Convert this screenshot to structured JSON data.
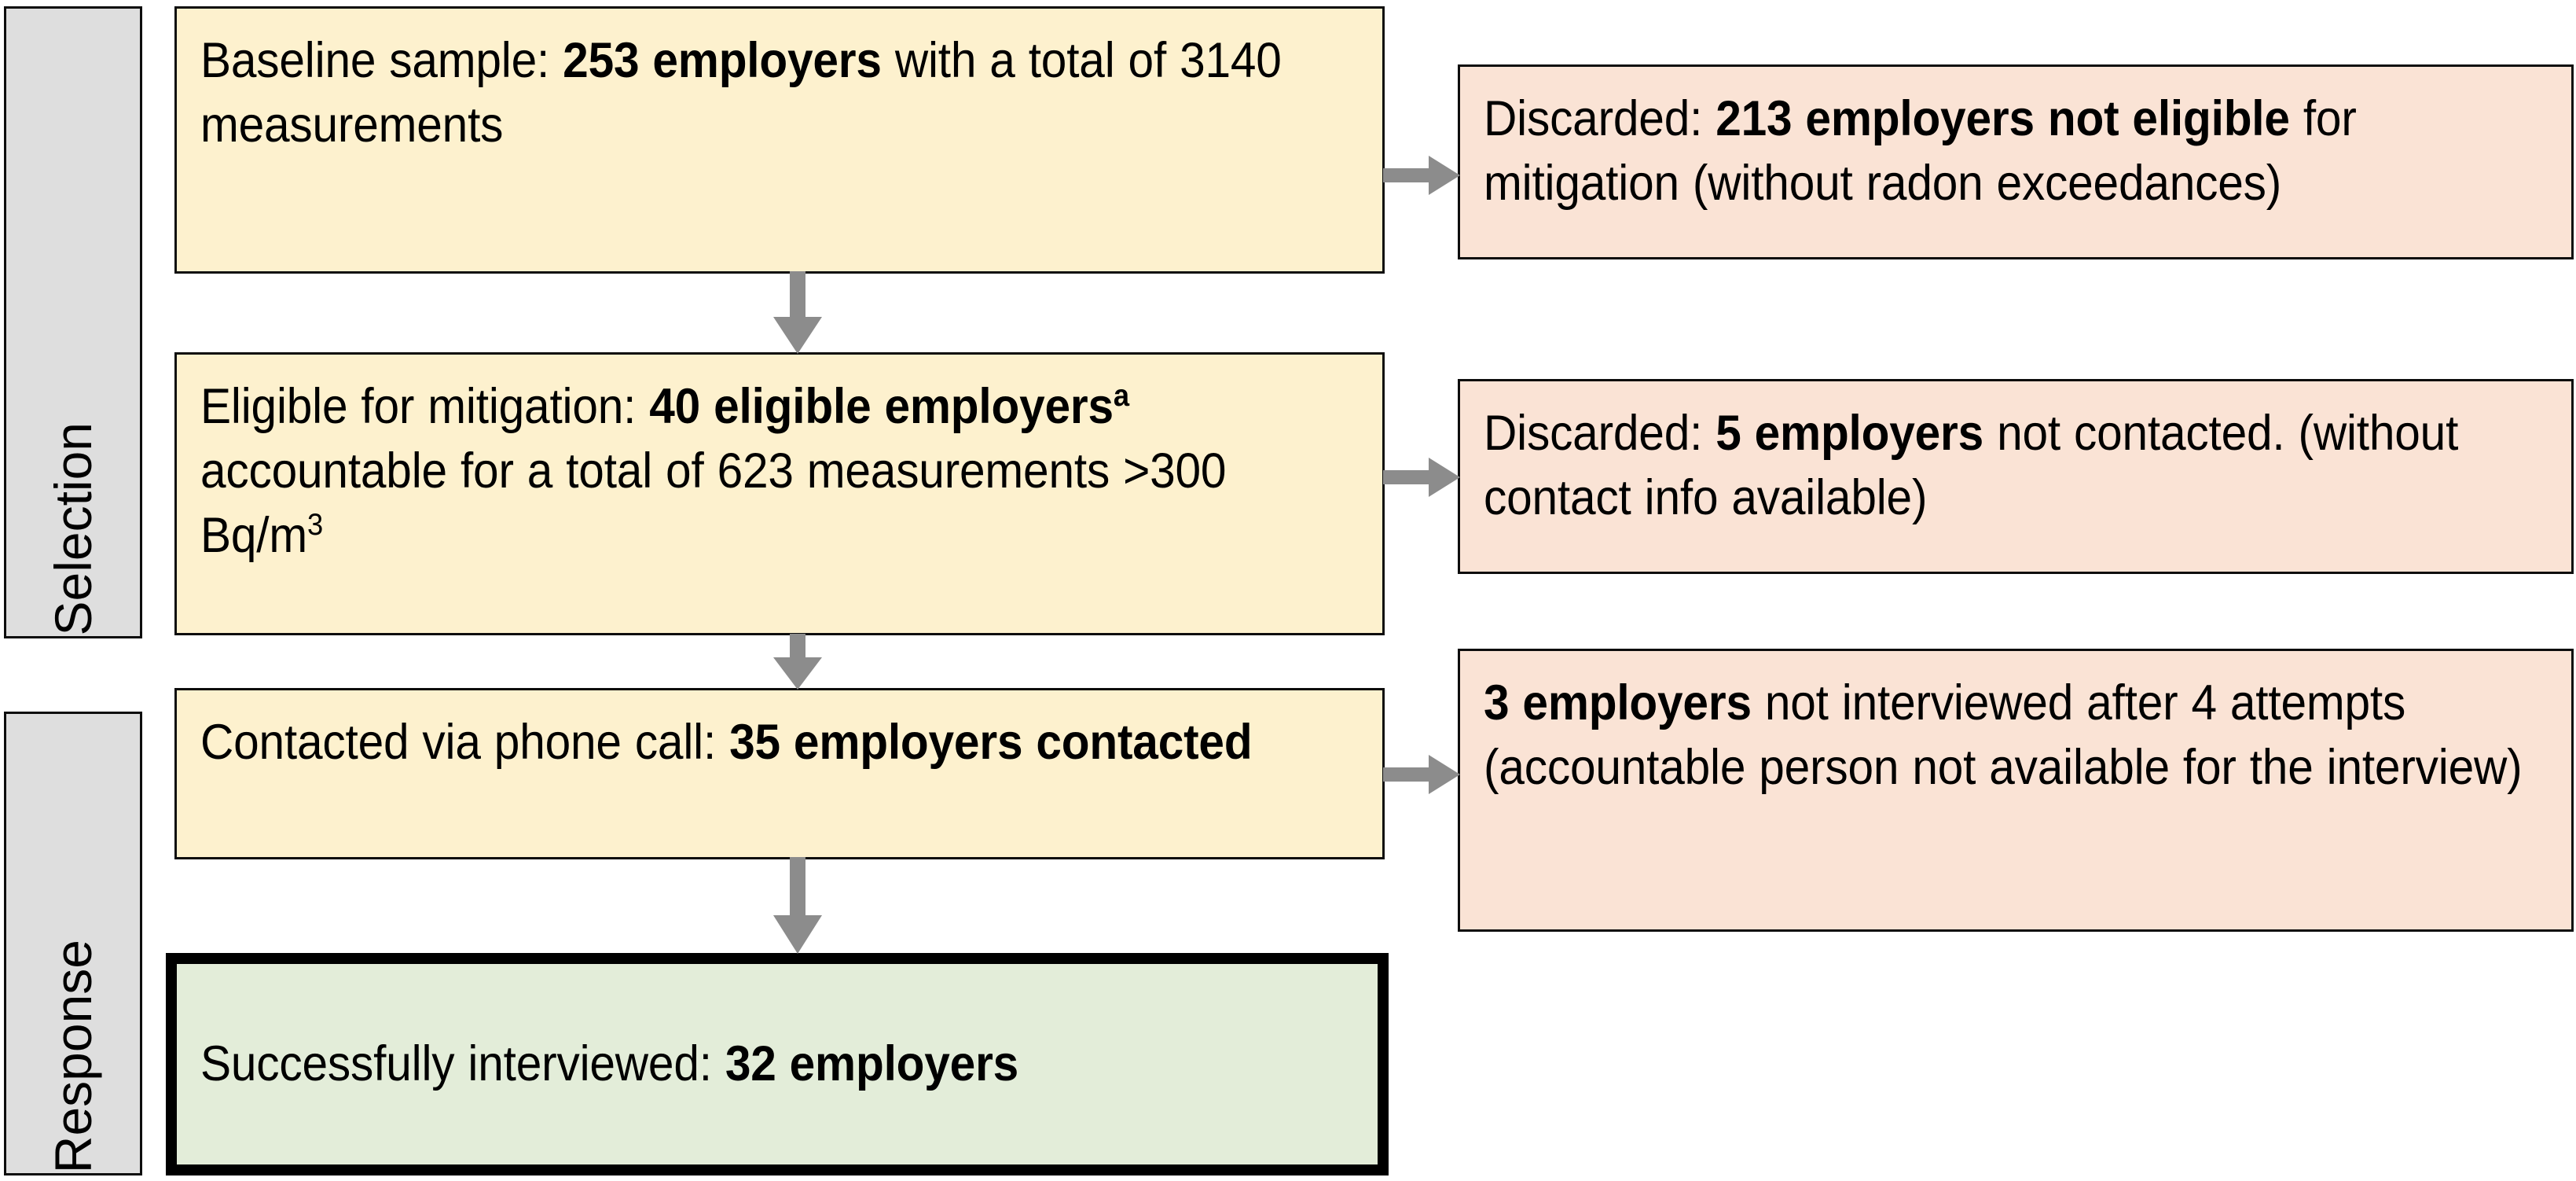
{
  "diagram": {
    "title": "Employer radon mitigation study flowchart",
    "colors": {
      "yellow_fill": "#FDF1CE",
      "pink_fill": "#FAE3D5",
      "green_fill": "#E3EDD9",
      "stage_fill": "#DEDEDE",
      "border": "#0D0D0D",
      "arrow": "#8C8C8C",
      "outcome_border": "#000000"
    }
  },
  "stages": [
    {
      "id": "selection",
      "label": "Selection"
    },
    {
      "id": "response",
      "label": "Response"
    }
  ],
  "flow": {
    "main_boxes": [
      {
        "id": "baseline-sample",
        "type": "main",
        "fill": "yellow",
        "segments": [
          {
            "text": "Baseline sample: ",
            "bold": false
          },
          {
            "text": "253 employers",
            "bold": true
          },
          {
            "text": " with a total of 3140 measurements",
            "bold": false
          }
        ],
        "plain_text": "Baseline sample: 253 employers with a total of 3140 measurements",
        "count": 253,
        "measurements": 3140
      },
      {
        "id": "eligible-for-mitigation",
        "type": "main",
        "fill": "yellow",
        "segments": [
          {
            "text": "Eligible for mitigation: ",
            "bold": false
          },
          {
            "text": "40 eligible employers",
            "bold": true,
            "sup": "a"
          },
          {
            "text": " accountable for a total of 623 measurements >300 Bq/m",
            "bold": false,
            "sup_tail": "3"
          }
        ],
        "plain_text": "Eligible for mitigation: 40 eligible employersᵃ accountable for a total of 623 measurements >300 Bq/m³",
        "count": 40,
        "footnote_marker": "a",
        "measurements": 623,
        "threshold": ">300 Bq/m3"
      },
      {
        "id": "contacted-via-phone",
        "type": "main",
        "fill": "yellow",
        "segments": [
          {
            "text": "Contacted via phone call: ",
            "bold": false
          },
          {
            "text": "35 employers contacted",
            "bold": true
          }
        ],
        "plain_text": "Contacted via phone call: 35 employers contacted",
        "count": 35
      },
      {
        "id": "successfully-interviewed",
        "type": "outcome",
        "fill": "green",
        "segments": [
          {
            "text": "Successfully interviewed: ",
            "bold": false
          },
          {
            "text": "32 employers",
            "bold": true
          }
        ],
        "plain_text": "Successfully interviewed: 32 employers",
        "count": 32
      }
    ],
    "exclusion_boxes": [
      {
        "id": "discarded-not-eligible",
        "fill": "pink",
        "segments": [
          {
            "text": "Discarded: ",
            "bold": false
          },
          {
            "text": "213 employers not eligible",
            "bold": true
          },
          {
            "text": " for mitigation (without radon exceedances)",
            "bold": false
          }
        ],
        "plain_text": "Discarded: 213 employers not eligible for mitigation (without radon exceedances)",
        "count": 213
      },
      {
        "id": "discarded-not-contacted",
        "fill": "pink",
        "segments": [
          {
            "text": "Discarded: ",
            "bold": false
          },
          {
            "text": "5 employers",
            "bold": true
          },
          {
            "text": " not contacted. (without contact info available)",
            "bold": false
          }
        ],
        "plain_text": "Discarded: 5 employers not contacted. (without contact info available)",
        "count": 5
      },
      {
        "id": "not-interviewed",
        "fill": "pink",
        "segments": [
          {
            "text": "3 employers",
            "bold": true
          },
          {
            "text": " not interviewed after 4 attempts (accountable person not available for the interview)",
            "bold": false
          }
        ],
        "plain_text": "3 employers not interviewed after 4 attempts (accountable person not available for the interview)",
        "count": 3,
        "attempts": 4
      }
    ],
    "arrows": [
      {
        "id": "arrow-baseline-to-eligible",
        "direction": "down"
      },
      {
        "id": "arrow-eligible-to-contacted",
        "direction": "down"
      },
      {
        "id": "arrow-contacted-to-interviewed",
        "direction": "down"
      },
      {
        "id": "arrow-baseline-to-discarded1",
        "direction": "right"
      },
      {
        "id": "arrow-eligible-to-discarded2",
        "direction": "right"
      },
      {
        "id": "arrow-contacted-to-notinterviewed",
        "direction": "right"
      }
    ]
  }
}
